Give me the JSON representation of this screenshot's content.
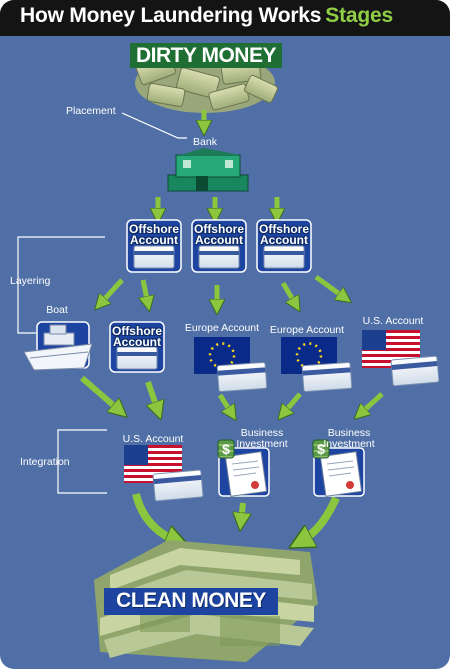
{
  "header": {
    "title": "How Money Laundering Works",
    "title_highlight": "Stages",
    "background_color": "#141414",
    "highlight_color": "#8fce45"
  },
  "diagram": {
    "background_color": "#4f6fa6",
    "arrow_color": "#8cc63f",
    "dirty_money_label": "DIRTY MONEY",
    "clean_money_label": "CLEAN MONEY",
    "stages": {
      "placement": "Placement",
      "layering": "Layering",
      "integration": "Integration"
    },
    "bank_label": "Bank",
    "offshore_accounts": [
      "Offshore Account",
      "Offshore Account",
      "Offshore Account"
    ],
    "layering_nodes": [
      "Boat",
      "Offshore Account",
      "Europe Account",
      "Europe Account",
      "U.S. Account"
    ],
    "integration_nodes": [
      "U.S. Account",
      "Business Investment",
      "Business Investment"
    ]
  }
}
